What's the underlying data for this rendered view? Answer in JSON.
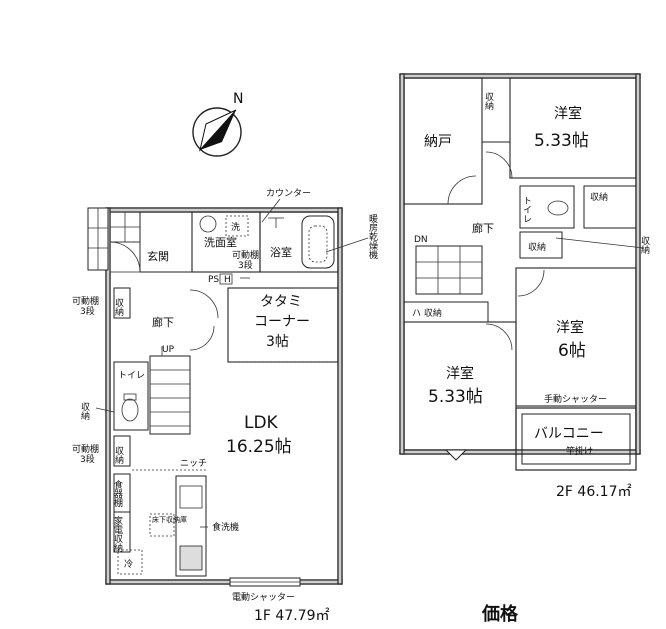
{
  "compass": {
    "north_label": "N"
  },
  "floor1": {
    "area_label": "1F 47.79㎡",
    "rooms": {
      "ldk_name": "LDK",
      "ldk_size": "16.25帖",
      "tatami_line1": "タタミ",
      "tatami_line2": "コーナー",
      "tatami_size": "3帖",
      "genkan": "玄関",
      "washroom": "洗面室",
      "bath": "浴室",
      "hallway": "廊下",
      "toilet": "トイレ"
    },
    "labels": {
      "counter": "カウンター",
      "bath_dryer": "暖房乾燥機",
      "wash_machine": "洗",
      "movable_shelf_top_1": "可動棚",
      "movable_shelf_top_2": "3段",
      "ps": "PS",
      "h": "H",
      "movable_shelf_left_1": "可動棚",
      "movable_shelf_left_2": "3段",
      "storage_short": "収納",
      "up": "UP",
      "storage_left": "収納",
      "movable_shelf_low_1": "可動棚",
      "movable_shelf_low_2": "3段",
      "niche": "ニッチ",
      "pantry_1": "食器棚",
      "pantry_2": "家電収納",
      "underfloor": "床下収納庫",
      "dishwasher": "食洗機",
      "fridge": "冷",
      "electric_shutter": "電動シャッター"
    }
  },
  "floor2": {
    "area_label": "2F 46.17㎡",
    "rooms": {
      "nando": "納戸",
      "youshitsu_a_name": "洋室",
      "youshitsu_a_size": "5.33帖",
      "youshitsu_b_name": "洋室",
      "youshitsu_b_size": "6帖",
      "youshitsu_c_name": "洋室",
      "youshitsu_c_size": "5.33帖",
      "hallway": "廊下",
      "balcony": "バルコニー",
      "toilet": "トイレ"
    },
    "labels": {
      "storage_closet": "収納",
      "storage_hanger": "ハ 収納",
      "storage_mid": "収納",
      "storage_right": "収納",
      "storage_outside": "収納",
      "dn": "DN",
      "manual_shutter": "手動シャッター",
      "pole": "竿掛け"
    }
  },
  "price_label": "価格",
  "colors": {
    "wall": "#cfcfcf",
    "line": "#222222"
  }
}
